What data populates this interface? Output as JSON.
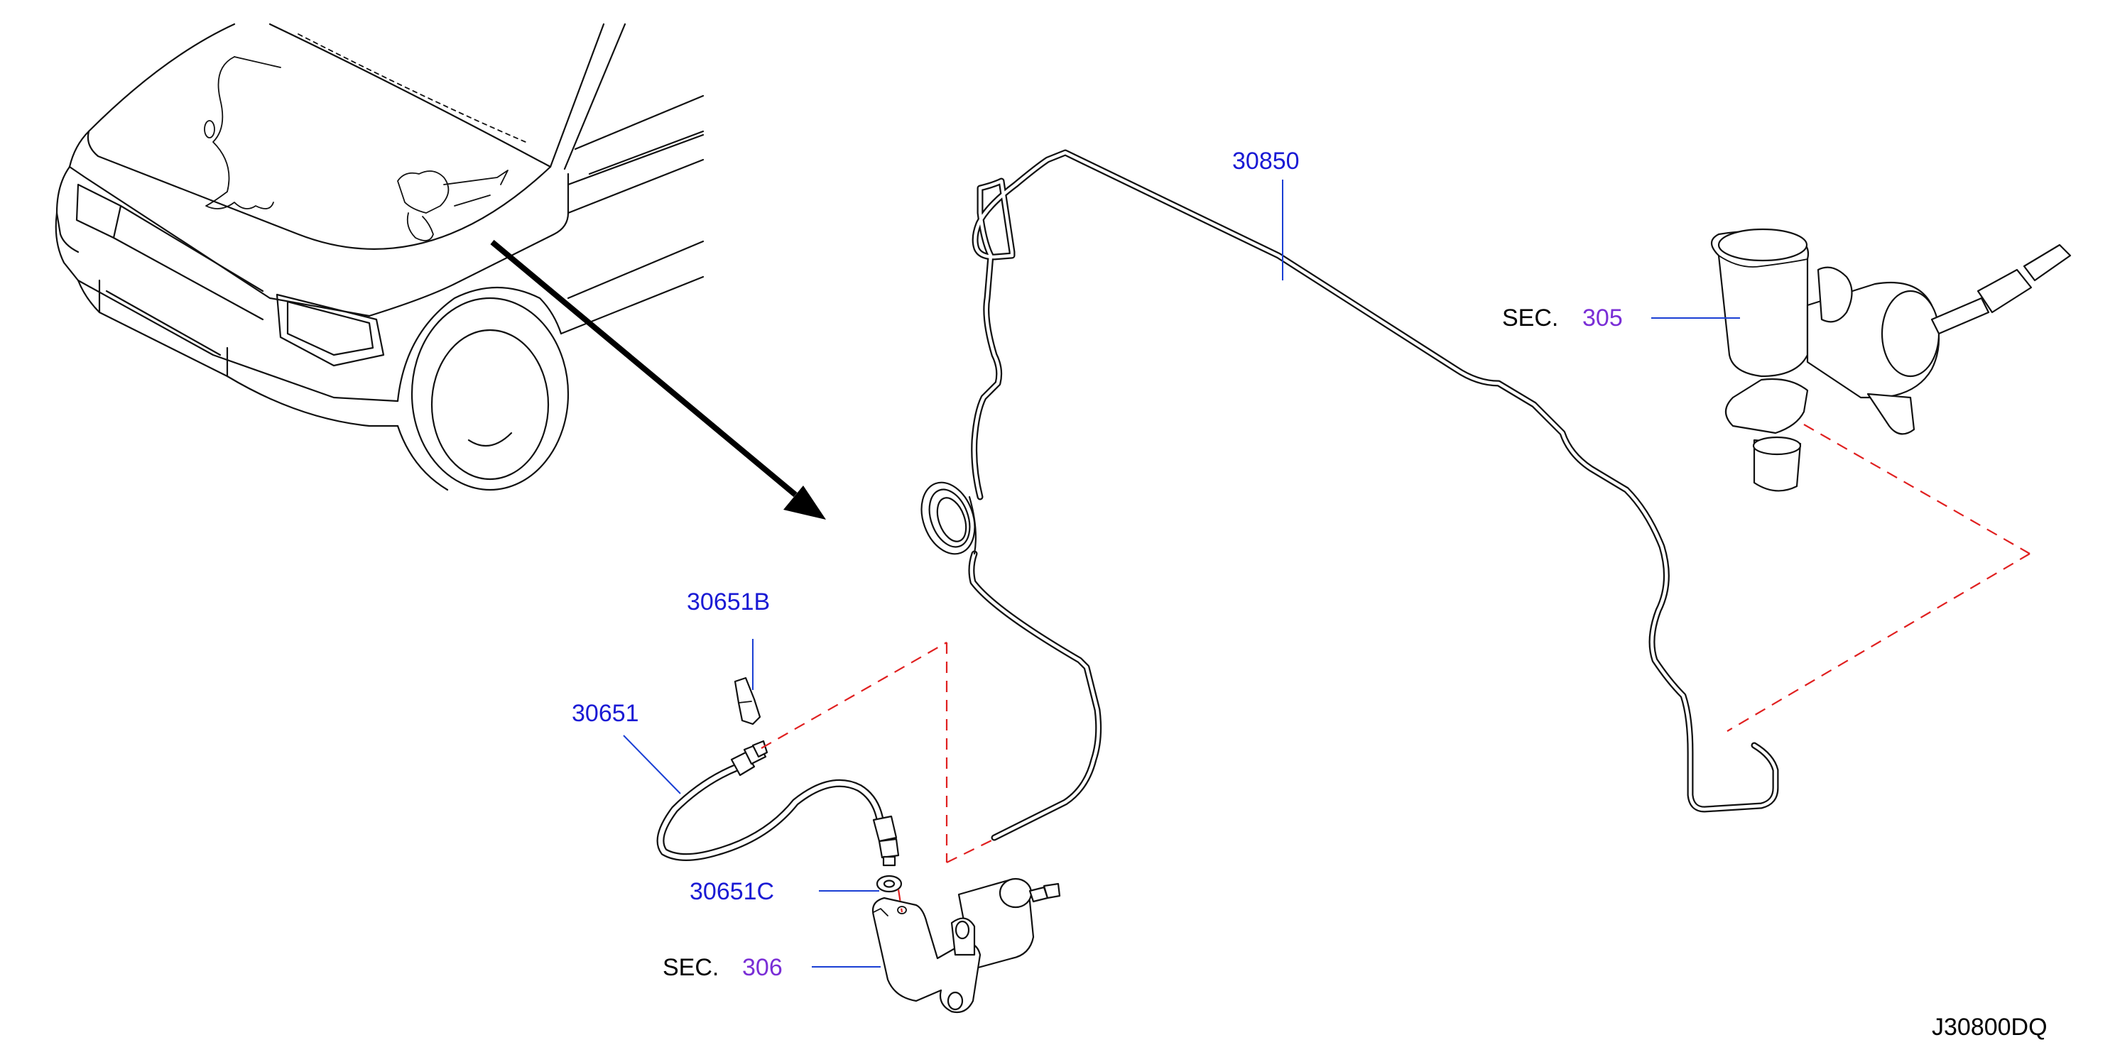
{
  "labels": {
    "pipe_30850": "30850",
    "sec_305_prefix": "SEC.",
    "sec_305_num": "305",
    "clip_30651B": "30651B",
    "hose_30651": "30651",
    "washer_30651C": "30651C",
    "sec_306_prefix": "SEC.",
    "sec_306_num": "306",
    "diagram_code": "J30800DQ"
  },
  "colors": {
    "part_number": "#1a1ad4",
    "section_number": "#7a2ed6",
    "leader_line": "#1a3fd4",
    "reference_dash": "#e02020",
    "line_art": "#111111"
  }
}
